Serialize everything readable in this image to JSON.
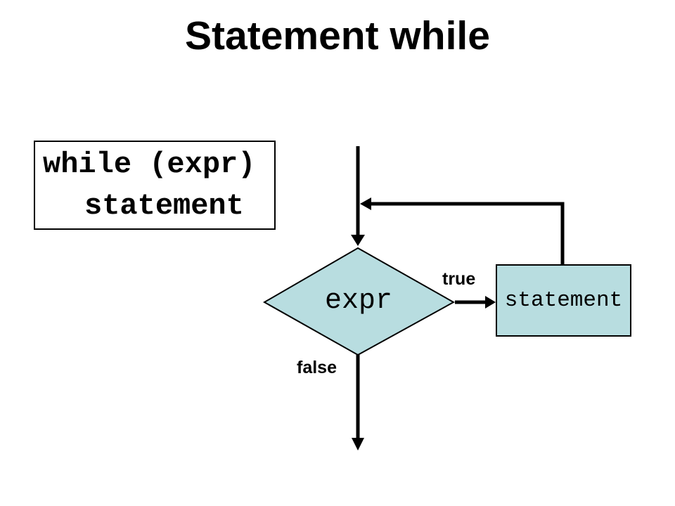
{
  "title": "Statement while",
  "code_box": {
    "line1": "while (expr)",
    "line2": "statement"
  },
  "flowchart": {
    "condition_label": "expr",
    "statement_label": "statement",
    "true_label": "true",
    "false_label": "false"
  },
  "colors": {
    "background": "#ffffff",
    "shape_fill": "#b8dde0",
    "line": "#000000",
    "text": "#000000"
  }
}
